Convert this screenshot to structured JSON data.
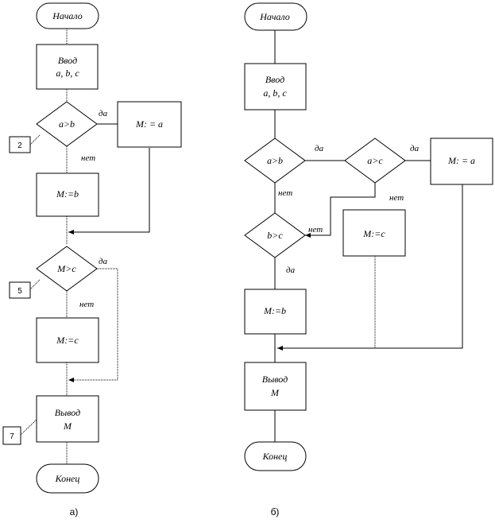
{
  "left": {
    "start": "Начало",
    "input_line1": "Ввод",
    "input_line2": "a, b, c",
    "cond1": "a>b",
    "assign_a": "M: = a",
    "assign_b": "M:=b",
    "cond2": "M>c",
    "assign_c": "M:=c",
    "output_line1": "Вывод",
    "output_line2": "M",
    "end": "Конец",
    "yes1": "да",
    "no1": "нет",
    "yes2": "да",
    "no2": "нет",
    "ref1": "2",
    "ref2": "5",
    "ref3": "7",
    "caption": "а)"
  },
  "right": {
    "start": "Начало",
    "input_line1": "Ввод",
    "input_line2": "a, b, c",
    "cond1": "a>b",
    "cond2": "a>c",
    "assign_a": "M: = a",
    "assign_c": "M:=c",
    "cond3": "b>c",
    "assign_b": "M:=b",
    "output_line1": "Вывод",
    "output_line2": "M",
    "end": "Конец",
    "yes1": "да",
    "no1": "нет",
    "yes2": "да",
    "no2": "нет",
    "no3": "нет",
    "yes3": "да",
    "caption": "б)"
  }
}
